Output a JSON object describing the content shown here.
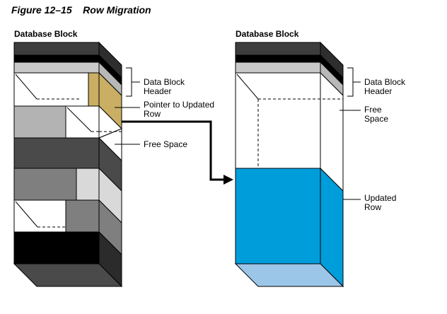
{
  "figure": {
    "number": "Figure 12–15",
    "title": "Row Migration"
  },
  "left_block": {
    "title": "Database Block",
    "labels": {
      "header": [
        "Data Block",
        "Header"
      ],
      "pointer": [
        "Pointer to Updated",
        "Row"
      ],
      "free_space": "Free Space"
    }
  },
  "right_block": {
    "title": "Database Block",
    "labels": {
      "header": [
        "Data Block",
        "Header"
      ],
      "free_space": [
        "Free",
        "Space"
      ],
      "updated_row": [
        "Updated",
        "Row"
      ]
    }
  },
  "colors": {
    "pointer_tan": "#c9ae63",
    "updated_row_blue": "#009ddb",
    "updated_row_bottom": "#9cc6e8",
    "dark_gray": "#4a4a4a",
    "mid_gray": "#7f7f7f",
    "light_gray": "#b3b3b3"
  }
}
